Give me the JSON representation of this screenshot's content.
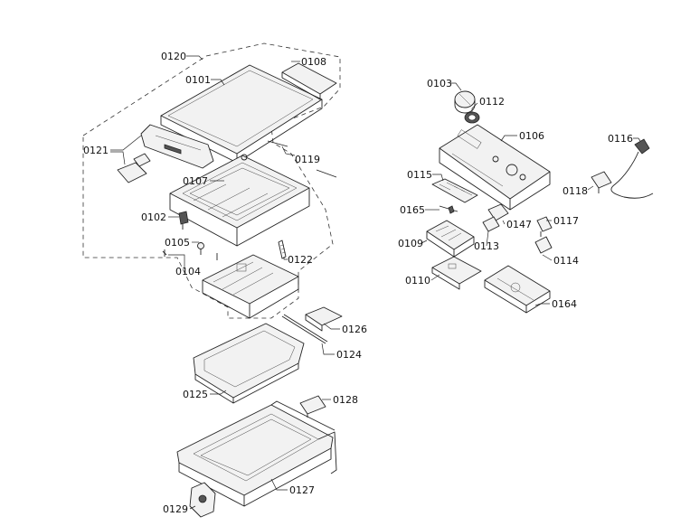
{
  "diagram": {
    "parts": {
      "p0101": "0101",
      "p0102": "0102",
      "p0103": "0103",
      "p0104": "0104",
      "p0105": "0105",
      "p0106": "0106",
      "p0107": "0107",
      "p0108": "0108",
      "p0109": "0109",
      "p0110": "0110",
      "p0112": "0112",
      "p0113": "0113",
      "p0114": "0114",
      "p0115": "0115",
      "p0116": "0116",
      "p0117": "0117",
      "p0118": "0118",
      "p0119": "0119",
      "p0120": "0120",
      "p0121": "0121",
      "p0122": "0122",
      "p0124": "0124",
      "p0125": "0125",
      "p0126": "0126",
      "p0127": "0127",
      "p0128": "0128",
      "p0129": "0129",
      "p0147": "0147",
      "p0164": "0164",
      "p0165": "0165"
    }
  }
}
